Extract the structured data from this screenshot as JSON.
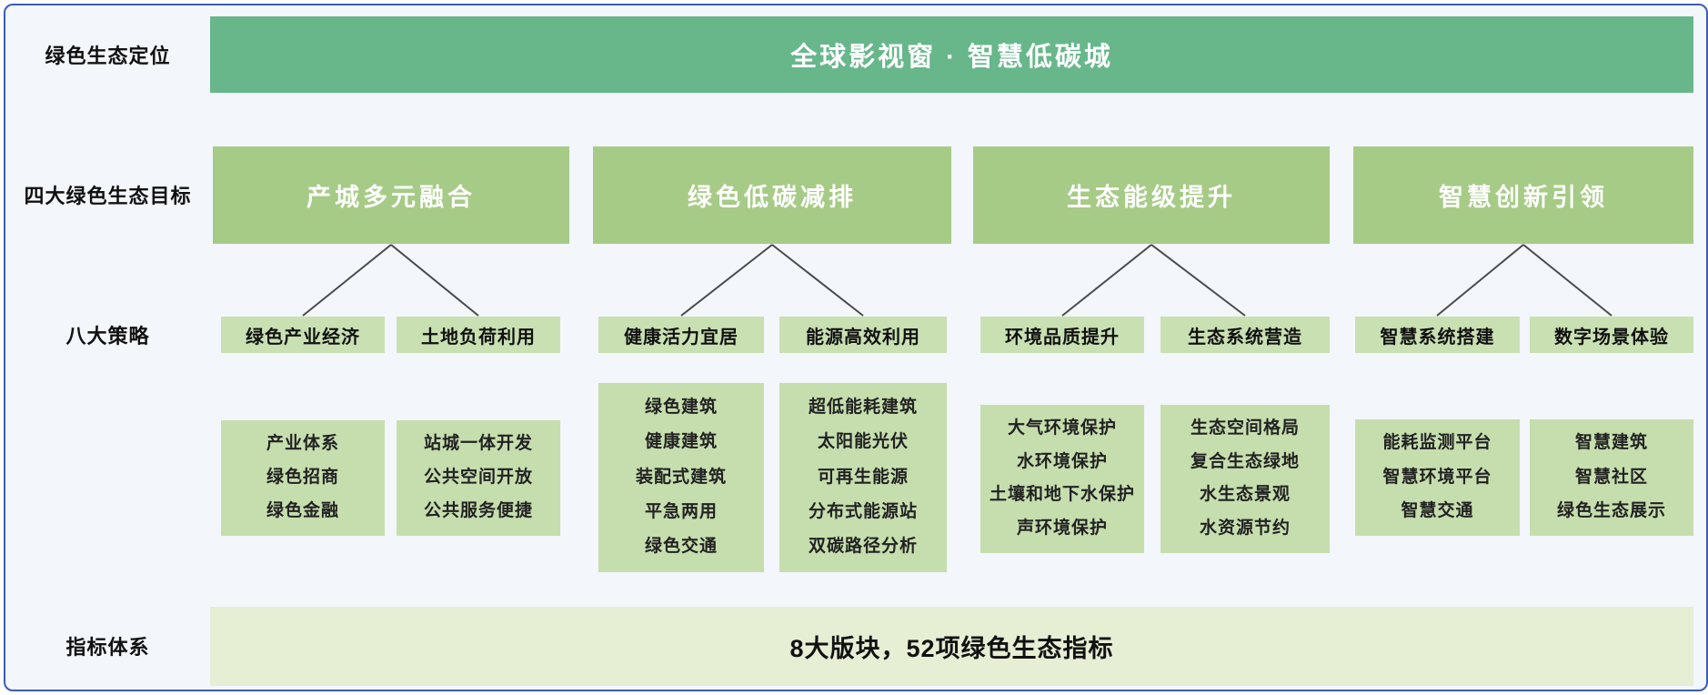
{
  "colors": {
    "background": "#f3f6fb",
    "border_blue": "#3b5cb8",
    "positioning_banner_green": "#67b78b",
    "goal_box_green": "#a6cb86",
    "strategy_box_green": "#c9e0b2",
    "detail_box_green": "#c6deae",
    "indicator_banner_green": "#e6eed4",
    "connector_gray": "#4a4a4a"
  },
  "rows": {
    "positioning_label": "绿色生态定位",
    "goals_label": "四大绿色生态目标",
    "strategies_label": "八大策略",
    "indicators_label": "指标体系"
  },
  "positioning_banner": "全球影视窗 · 智慧低碳城",
  "indicator_banner": "8大版块，52项绿色生态指标",
  "groups": [
    {
      "goal": "产城多元融合",
      "strategies": [
        {
          "name": "绿色产业经济",
          "details": [
            "产业体系",
            "绿色招商",
            "绿色金融"
          ]
        },
        {
          "name": "土地负荷利用",
          "details": [
            "站城一体开发",
            "公共空间开放",
            "公共服务便捷"
          ]
        }
      ]
    },
    {
      "goal": "绿色低碳减排",
      "strategies": [
        {
          "name": "健康活力宜居",
          "details": [
            "绿色建筑",
            "健康建筑",
            "装配式建筑",
            "平急两用",
            "绿色交通"
          ]
        },
        {
          "name": "能源高效利用",
          "details": [
            "超低能耗建筑",
            "太阳能光伏",
            "可再生能源",
            "分布式能源站",
            "双碳路径分析"
          ]
        }
      ]
    },
    {
      "goal": "生态能级提升",
      "strategies": [
        {
          "name": "环境品质提升",
          "details": [
            "大气环境保护",
            "水环境保护",
            "土壤和地下水保护",
            "声环境保护"
          ]
        },
        {
          "name": "生态系统营造",
          "details": [
            "生态空间格局",
            "复合生态绿地",
            "水生态景观",
            "水资源节约"
          ]
        }
      ]
    },
    {
      "goal": "智慧创新引领",
      "strategies": [
        {
          "name": "智慧系统搭建",
          "details": [
            "能耗监测平台",
            "智慧环境平台",
            "智慧交通"
          ]
        },
        {
          "name": "数字场景体验",
          "details": [
            "智慧建筑",
            "智慧社区",
            "绿色生态展示"
          ]
        }
      ]
    }
  ]
}
